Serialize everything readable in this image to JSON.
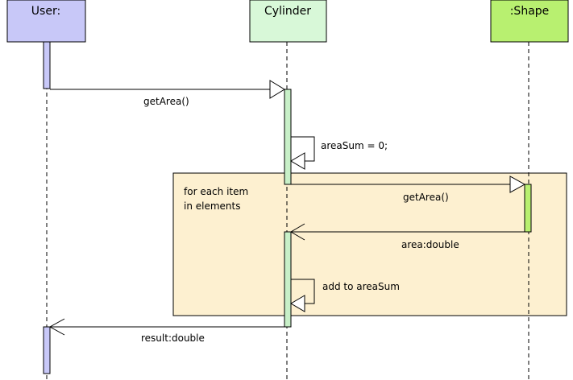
{
  "colors": {
    "user_box": "#c8c8f8",
    "cylinder_box": "#d8f8d8",
    "shape_box": "#b8f070",
    "user_activation": "#c8c8f8",
    "cylinder_activation": "#c8f0c8",
    "shape_activation": "#b8f070",
    "loop_fragment": "#fdf0d0",
    "line": "#000000"
  },
  "lifelines": {
    "user": {
      "label": "User:"
    },
    "cylinder": {
      "label": "Cylinder"
    },
    "shape": {
      "label": ":Shape"
    }
  },
  "messages": {
    "get_area_1": "getArea()",
    "area_sum_init": "areaSum = 0;",
    "get_area_2": "getArea()",
    "area_double": "area:double",
    "add_to_area_sum": "add to areaSum",
    "result_double": "result:double"
  },
  "loop": {
    "line1": "for each item",
    "line2": "in elements"
  }
}
